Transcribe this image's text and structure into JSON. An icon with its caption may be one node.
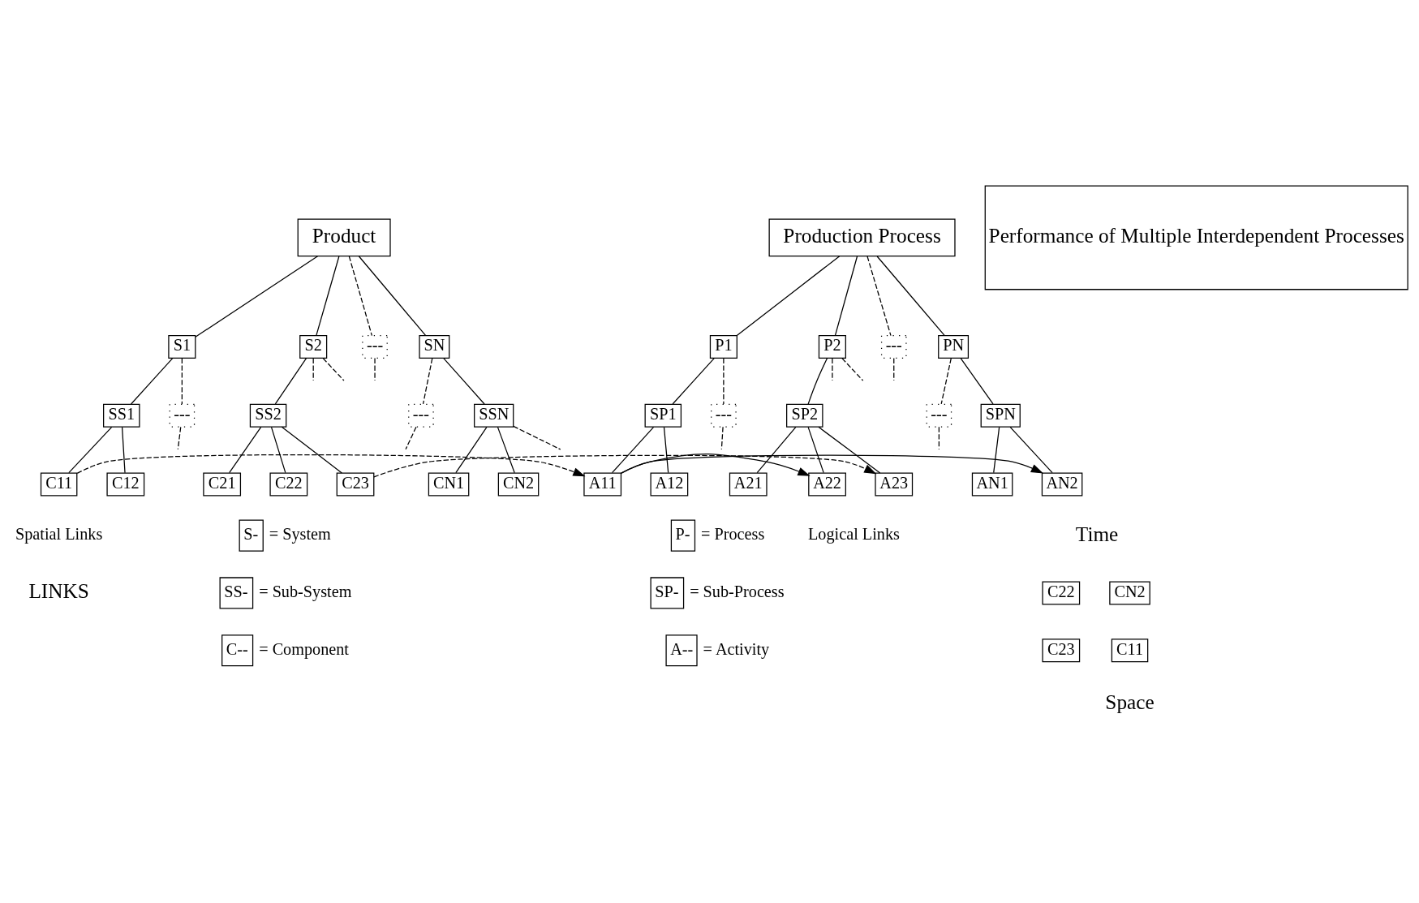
{
  "diagram": {
    "nodes": [
      {
        "text": [
          "Product"
        ]
      },
      {
        "text": [
          "S1"
        ]
      },
      {
        "text": [
          "S2"
        ]
      },
      {
        "text": [
          "---"
        ]
      },
      {
        "text": [
          "SN"
        ]
      },
      {
        "text": [
          "SS1"
        ]
      },
      {
        "text": [
          "---"
        ]
      },
      {
        "text": [
          "SS2"
        ]
      },
      {
        "text": [
          "---"
        ]
      },
      {
        "text": [
          "SSN"
        ]
      },
      {
        "text": [
          "C11"
        ]
      },
      {
        "text": [
          "C12"
        ]
      },
      {
        "text": [
          "C21"
        ]
      },
      {
        "text": [
          "C22"
        ]
      },
      {
        "text": [
          "C23"
        ]
      },
      {
        "text": [
          "CN1"
        ]
      },
      {
        "text": [
          "CN2"
        ]
      },
      {
        "text": [
          "Production Process"
        ]
      },
      {
        "text": [
          "P1"
        ]
      },
      {
        "text": [
          "P2"
        ]
      },
      {
        "text": [
          "---"
        ]
      },
      {
        "text": [
          "PN"
        ]
      },
      {
        "text": [
          "SP1"
        ]
      },
      {
        "text": [
          "---"
        ]
      },
      {
        "text": [
          "SP2"
        ]
      },
      {
        "text": [
          "---"
        ]
      },
      {
        "text": [
          "SPN"
        ]
      },
      {
        "text": [
          "A11"
        ]
      },
      {
        "text": [
          "A12"
        ]
      },
      {
        "text": [
          "A21"
        ]
      },
      {
        "text": [
          "A22"
        ]
      },
      {
        "text": [
          "A23"
        ]
      },
      {
        "text": [
          "AN1"
        ]
      },
      {
        "text": [
          "AN2"
        ]
      },
      {
        "text": [
          "Performance of Multiple Interdependent Processes"
        ]
      },
      {
        "text": [
          "S-"
        ],
        "beside": [
          "= System"
        ]
      },
      {
        "text": [
          "SS-"
        ],
        "beside": [
          "= Sub-System"
        ]
      },
      {
        "text": [
          "C--"
        ],
        "beside": [
          "= Component"
        ]
      },
      {
        "text": [
          "P-"
        ],
        "beside": [
          "= Process"
        ]
      },
      {
        "text": [
          "SP-"
        ],
        "beside": [
          "= Sub-Process"
        ]
      },
      {
        "text": [
          "A--"
        ],
        "beside": [
          "= Activity"
        ]
      },
      {
        "text": [
          "C22"
        ]
      },
      {
        "text": [
          "CN2"
        ]
      },
      {
        "text": [
          "C23"
        ]
      },
      {
        "text": [
          "C11"
        ]
      }
    ],
    "edges": [
      {
        "from": 0,
        "to": 1,
        "arrow": "none"
      },
      {
        "from": 0,
        "to": 2,
        "arrow": "none"
      },
      {
        "from": 0,
        "to": 3,
        "arrow": "none",
        "style": "dashed"
      },
      {
        "from": 0,
        "to": 4,
        "arrow": "none"
      },
      {
        "from": 1,
        "to": 5,
        "arrow": "none"
      },
      {
        "from": 1,
        "to": 6,
        "arrow": "none",
        "style": "dashed"
      },
      {
        "from": 2,
        "to": 7,
        "arrow": "none"
      },
      {
        "from": 2,
        "to": null,
        "arrow": "none",
        "style": "dashed"
      },
      {
        "from": 2,
        "to": null,
        "arrow": "none",
        "style": "dashed"
      },
      {
        "from": 3,
        "to": null,
        "arrow": "none",
        "style": "dashed"
      },
      {
        "from": 4,
        "to": 8,
        "arrow": "none",
        "style": "dashed"
      },
      {
        "from": 4,
        "to": 9,
        "arrow": "none"
      },
      {
        "from": 5,
        "to": 10,
        "arrow": "none"
      },
      {
        "from": 5,
        "to": 11,
        "arrow": "none"
      },
      {
        "from": 6,
        "to": null,
        "arrow": "none",
        "style": "dashed"
      },
      {
        "from": 7,
        "to": 12,
        "arrow": "none"
      },
      {
        "from": 7,
        "to": 13,
        "arrow": "none"
      },
      {
        "from": 7,
        "to": 14,
        "arrow": "none"
      },
      {
        "from": 8,
        "to": null,
        "arrow": "none",
        "style": "dashed"
      },
      {
        "from": 9,
        "to": null,
        "arrow": "none",
        "style": "dashed"
      },
      {
        "from": 9,
        "to": 15,
        "arrow": "none"
      },
      {
        "from": 9,
        "to": 16,
        "arrow": "none"
      },
      {
        "from": 17,
        "to": 18,
        "arrow": "none"
      },
      {
        "from": 17,
        "to": 19,
        "arrow": "none"
      },
      {
        "from": 17,
        "to": 20,
        "arrow": "none",
        "style": "dashed"
      },
      {
        "from": 17,
        "to": 21,
        "arrow": "none"
      },
      {
        "from": 18,
        "to": 22,
        "arrow": "none"
      },
      {
        "from": 18,
        "to": 23,
        "arrow": "none",
        "style": "dashed"
      },
      {
        "from": 19,
        "to": 24,
        "arrow": "none"
      },
      {
        "from": 19,
        "to": null,
        "arrow": "none",
        "style": "dashed"
      },
      {
        "from": 19,
        "to": null,
        "arrow": "none",
        "style": "dashed"
      },
      {
        "from": 20,
        "to": null,
        "arrow": "none",
        "style": "dashed"
      },
      {
        "from": 21,
        "to": 25,
        "arrow": "none",
        "style": "dashed"
      },
      {
        "from": 21,
        "to": 26,
        "arrow": "none"
      },
      {
        "from": 22,
        "to": 27,
        "arrow": "none"
      },
      {
        "from": 22,
        "to": 28,
        "arrow": "none"
      },
      {
        "from": 23,
        "to": null,
        "arrow": "none",
        "style": "dashed"
      },
      {
        "from": 24,
        "to": 29,
        "arrow": "none"
      },
      {
        "from": 24,
        "to": 30,
        "arrow": "none"
      },
      {
        "from": 24,
        "to": 31,
        "arrow": "none"
      },
      {
        "from": 25,
        "to": null,
        "arrow": "none",
        "style": "dashed"
      },
      {
        "from": 26,
        "to": 32,
        "arrow": "none"
      },
      {
        "from": 26,
        "to": 33,
        "arrow": "none"
      },
      {
        "from": 10,
        "to": 27,
        "arrow": "to",
        "style": "dashed"
      },
      {
        "from": 14,
        "to": 31,
        "arrow": "to",
        "style": "dashed"
      },
      {
        "from": 27,
        "to": 30,
        "arrow": "to"
      },
      {
        "from": 27,
        "to": 33,
        "arrow": "to"
      }
    ],
    "labels": [
      "Spatial Links",
      "Logical Links",
      "LINKS",
      "Time",
      "Space"
    ]
  }
}
